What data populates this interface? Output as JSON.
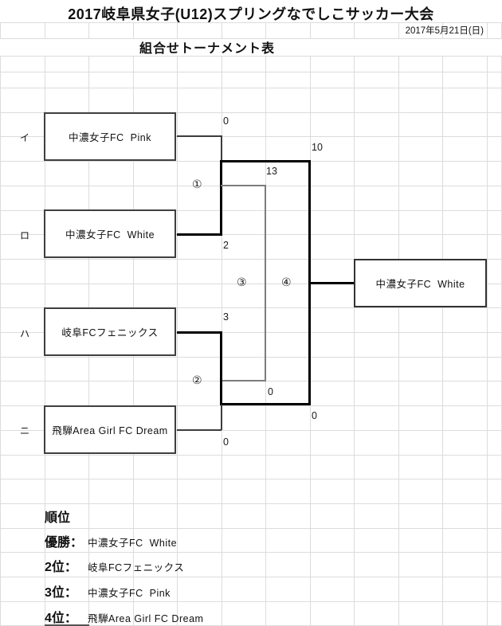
{
  "header": {
    "title": "2017岐阜県女子(U12)スプリングなでしこサッカー大会",
    "date": "2017年5月21日(日)",
    "subtitle": "組合せトーナメント表"
  },
  "bracket": {
    "seeds": [
      {
        "mark": "イ",
        "team": "中濃女子FC  Pink"
      },
      {
        "mark": "ロ",
        "team": "中濃女子FC  White"
      },
      {
        "mark": "ハ",
        "team": "岐阜FCフェニックス"
      },
      {
        "mark": "ニ",
        "team": "飛騨Area Girl FC Dream"
      }
    ],
    "matches": [
      {
        "label": "①",
        "top_score": "0",
        "bottom_score": "2"
      },
      {
        "label": "②",
        "top_score": "3",
        "bottom_score": "0"
      },
      {
        "label": "③",
        "top_score": "13",
        "bottom_score": "0"
      },
      {
        "label": "④",
        "top_score": "10",
        "bottom_score": "0"
      }
    ],
    "champion": "中濃女子FC  White"
  },
  "standings": {
    "heading": "順位",
    "rows": [
      {
        "rank": "優勝：",
        "team": "中濃女子FC  White"
      },
      {
        "rank": "2位：",
        "team": "岐阜FCフェニックス"
      },
      {
        "rank": "3位：",
        "team": "中濃女子FC  Pink"
      },
      {
        "rank": "4位：",
        "team": "飛騨Area Girl FC Dream"
      }
    ]
  },
  "colors": {
    "grid": "#dcdcdc",
    "winner_line": "#000000",
    "entry_line": "#3c3c3c",
    "consolation_line": "#7d7d7d"
  }
}
